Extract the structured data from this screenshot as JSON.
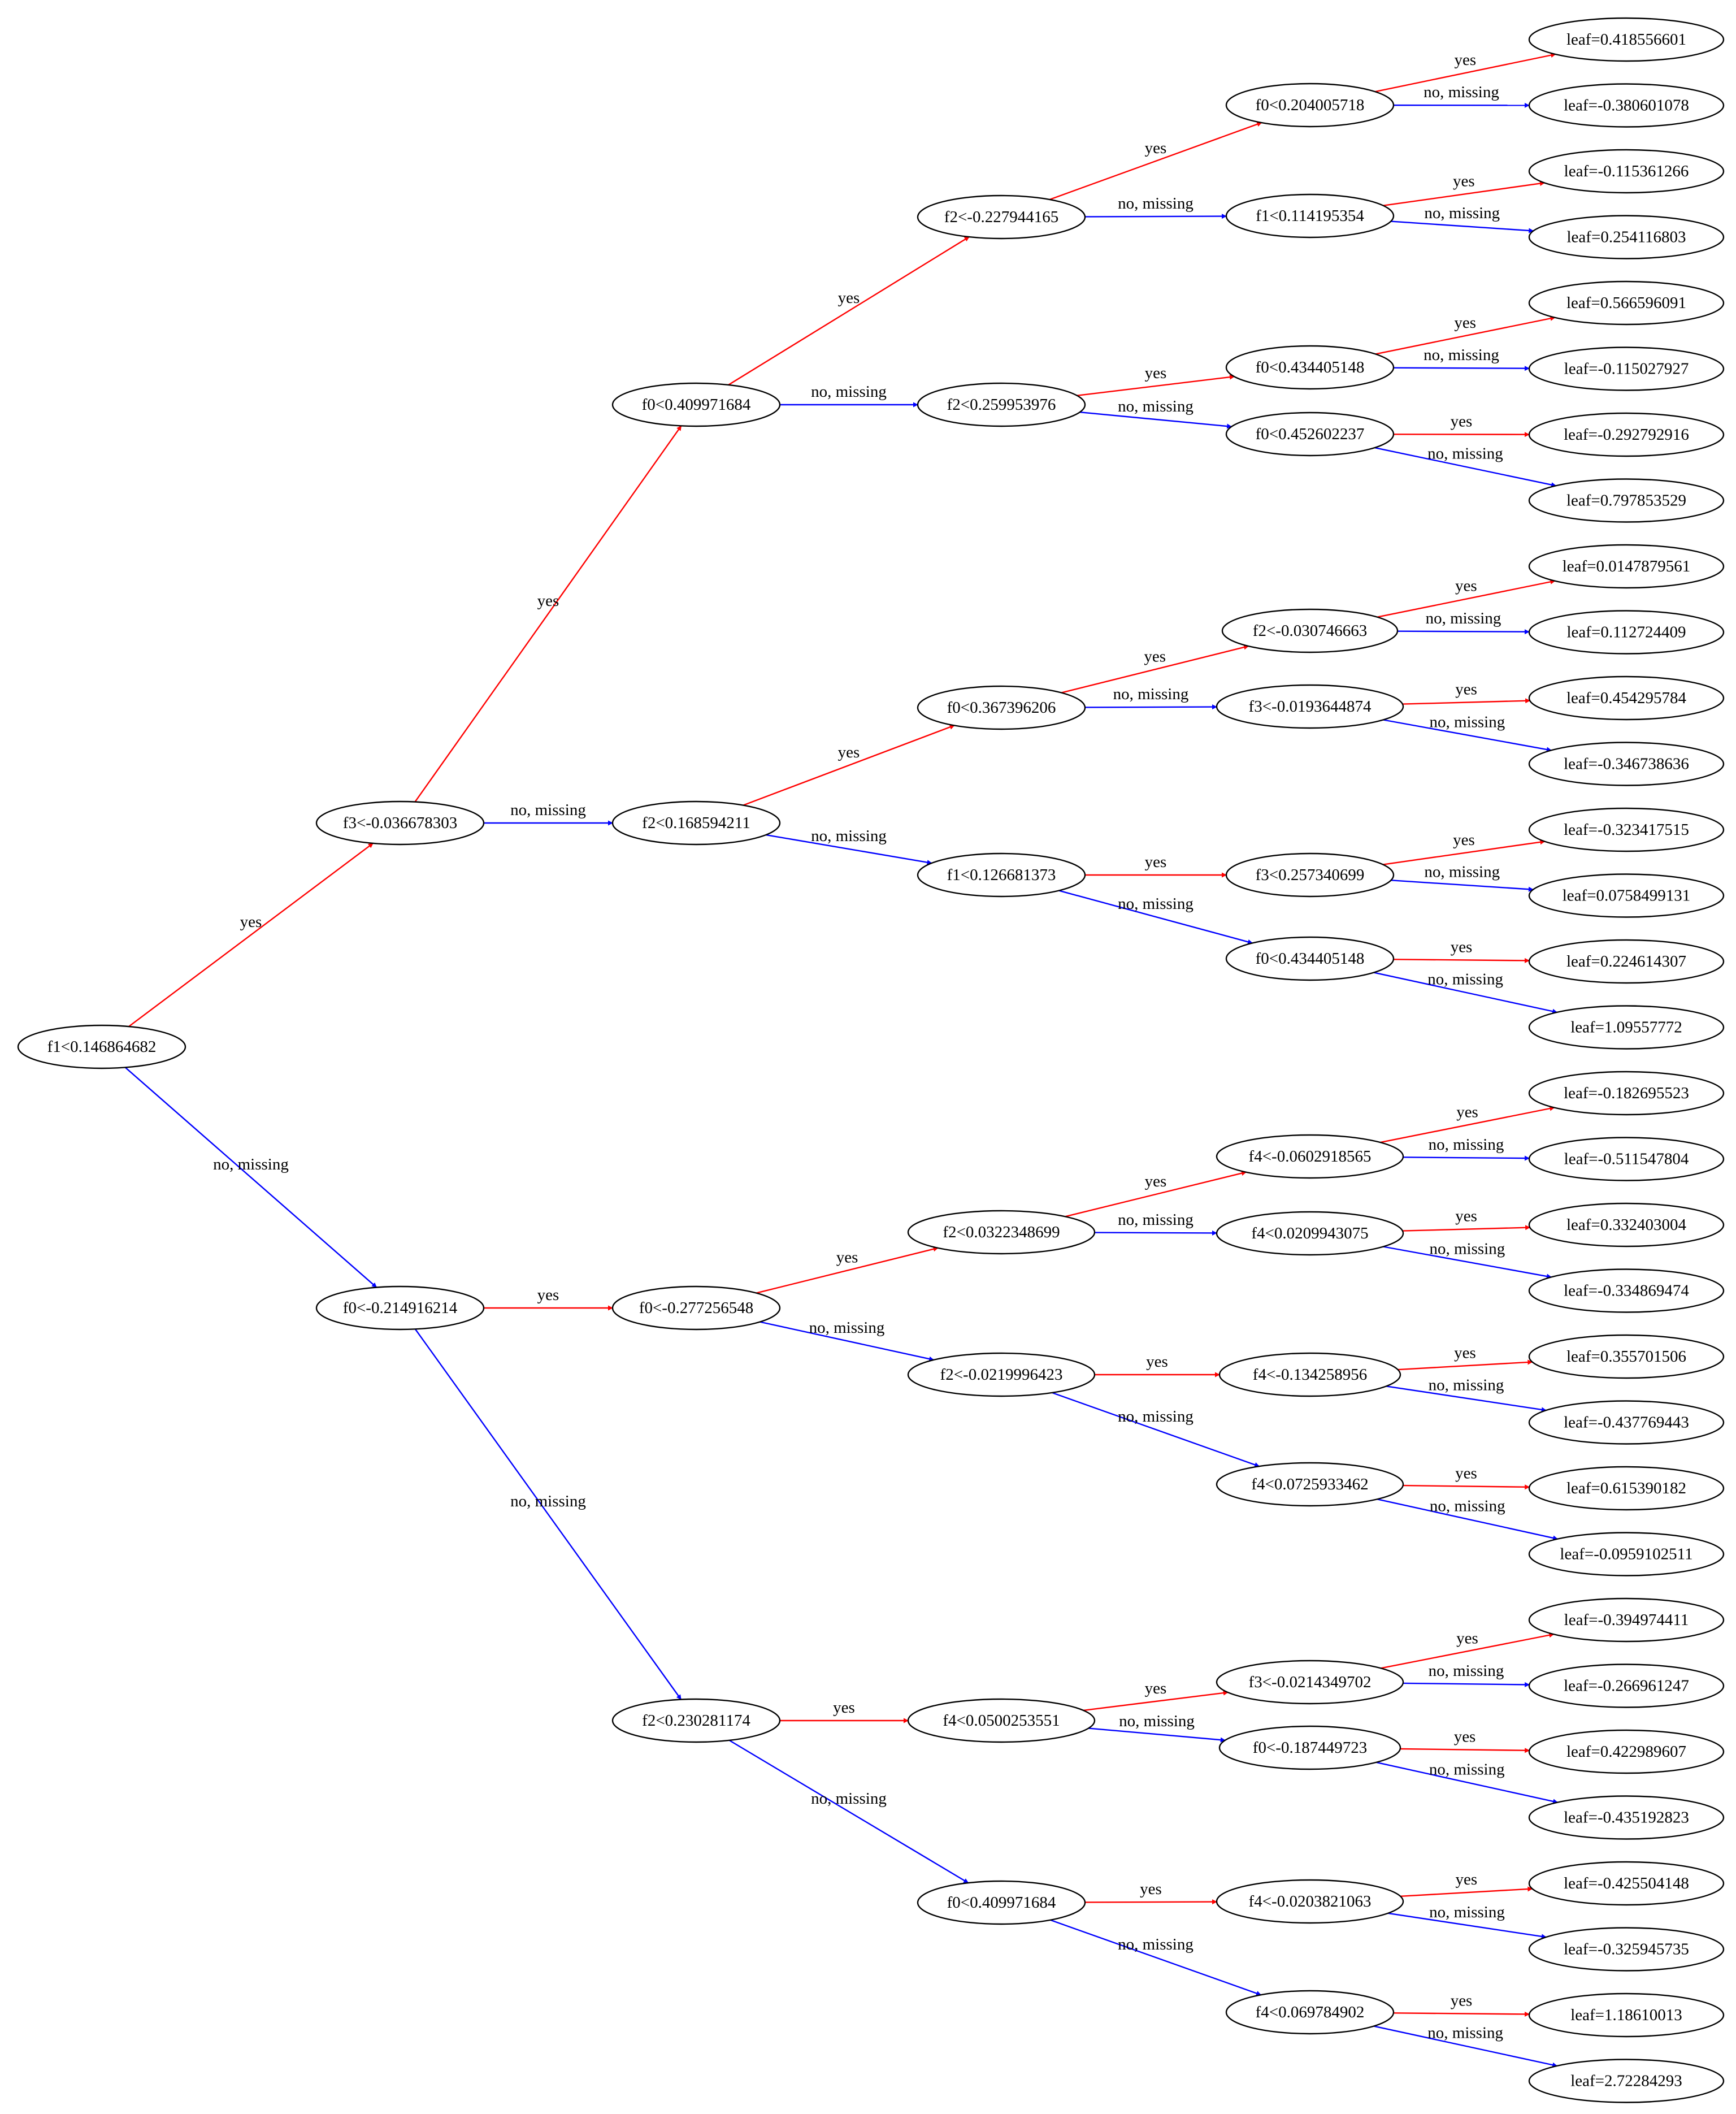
{
  "colors": {
    "yes": "#ff0000",
    "no": "#0000ff"
  },
  "edge_labels": {
    "yes": "yes",
    "no": "no, missing"
  },
  "nodes": {
    "n0": "f1<0.146864682",
    "n1": "f3<-0.036678303",
    "n2": "f0<-0.214916214",
    "n3": "f0<0.409971684",
    "n4": "f2<0.168594211",
    "n5": "f0<-0.277256548",
    "n6": "f2<0.230281174",
    "n7": "f2<-0.227944165",
    "n8": "f2<0.259953976",
    "n9": "f0<0.367396206",
    "n10": "f1<0.126681373",
    "n11": "f2<0.0322348699",
    "n12": "f2<-0.0219996423",
    "n13": "f4<0.0500253551",
    "n14": "f0<0.409971684",
    "n15": "f0<0.204005718",
    "n16": "f1<0.114195354",
    "n17": "f0<0.434405148",
    "n18": "f0<0.452602237",
    "n19": "f2<-0.030746663",
    "n20": "f3<-0.0193644874",
    "n21": "f3<0.257340699",
    "n22": "f0<0.434405148",
    "n23": "f4<-0.0602918565",
    "n24": "f4<0.0209943075",
    "n25": "f4<-0.134258956",
    "n26": "f4<0.0725933462",
    "n27": "f3<-0.0214349702",
    "n28": "f0<-0.187449723",
    "n29": "f4<-0.0203821063",
    "n30": "f4<0.069784902",
    "l0": "leaf=0.418556601",
    "l1": "leaf=-0.380601078",
    "l2": "leaf=-0.115361266",
    "l3": "leaf=0.254116803",
    "l4": "leaf=0.566596091",
    "l5": "leaf=-0.115027927",
    "l6": "leaf=-0.292792916",
    "l7": "leaf=0.797853529",
    "l8": "leaf=0.0147879561",
    "l9": "leaf=0.112724409",
    "l10": "leaf=0.454295784",
    "l11": "leaf=-0.346738636",
    "l12": "leaf=-0.323417515",
    "l13": "leaf=0.0758499131",
    "l14": "leaf=0.224614307",
    "l15": "leaf=1.09557772",
    "l16": "leaf=-0.182695523",
    "l17": "leaf=-0.511547804",
    "l18": "leaf=0.332403004",
    "l19": "leaf=-0.334869474",
    "l20": "leaf=0.355701506",
    "l21": "leaf=-0.437769443",
    "l22": "leaf=0.615390182",
    "l23": "leaf=-0.0959102511",
    "l24": "leaf=-0.394974411",
    "l25": "leaf=-0.266961247",
    "l26": "leaf=0.422989607",
    "l27": "leaf=-0.435192823",
    "l28": "leaf=-0.425504148",
    "l29": "leaf=-0.325945735",
    "l30": "leaf=1.18610013",
    "l31": "leaf=2.72284293"
  },
  "edges": [
    {
      "from": "n0",
      "to": "n1",
      "type": "yes"
    },
    {
      "from": "n0",
      "to": "n2",
      "type": "no"
    },
    {
      "from": "n1",
      "to": "n3",
      "type": "yes"
    },
    {
      "from": "n1",
      "to": "n4",
      "type": "no"
    },
    {
      "from": "n2",
      "to": "n5",
      "type": "yes"
    },
    {
      "from": "n2",
      "to": "n6",
      "type": "no"
    },
    {
      "from": "n3",
      "to": "n7",
      "type": "yes"
    },
    {
      "from": "n3",
      "to": "n8",
      "type": "no"
    },
    {
      "from": "n4",
      "to": "n9",
      "type": "yes"
    },
    {
      "from": "n4",
      "to": "n10",
      "type": "no"
    },
    {
      "from": "n5",
      "to": "n11",
      "type": "yes"
    },
    {
      "from": "n5",
      "to": "n12",
      "type": "no"
    },
    {
      "from": "n6",
      "to": "n13",
      "type": "yes"
    },
    {
      "from": "n6",
      "to": "n14",
      "type": "no"
    },
    {
      "from": "n7",
      "to": "n15",
      "type": "yes"
    },
    {
      "from": "n7",
      "to": "n16",
      "type": "no"
    },
    {
      "from": "n8",
      "to": "n17",
      "type": "yes"
    },
    {
      "from": "n8",
      "to": "n18",
      "type": "no"
    },
    {
      "from": "n9",
      "to": "n19",
      "type": "yes"
    },
    {
      "from": "n9",
      "to": "n20",
      "type": "no"
    },
    {
      "from": "n10",
      "to": "n21",
      "type": "yes"
    },
    {
      "from": "n10",
      "to": "n22",
      "type": "no"
    },
    {
      "from": "n11",
      "to": "n23",
      "type": "yes"
    },
    {
      "from": "n11",
      "to": "n24",
      "type": "no"
    },
    {
      "from": "n12",
      "to": "n25",
      "type": "yes"
    },
    {
      "from": "n12",
      "to": "n26",
      "type": "no"
    },
    {
      "from": "n13",
      "to": "n27",
      "type": "yes"
    },
    {
      "from": "n13",
      "to": "n28",
      "type": "no"
    },
    {
      "from": "n14",
      "to": "n29",
      "type": "yes"
    },
    {
      "from": "n14",
      "to": "n30",
      "type": "no"
    },
    {
      "from": "n15",
      "to": "l0",
      "type": "yes"
    },
    {
      "from": "n15",
      "to": "l1",
      "type": "no"
    },
    {
      "from": "n16",
      "to": "l2",
      "type": "yes"
    },
    {
      "from": "n16",
      "to": "l3",
      "type": "no"
    },
    {
      "from": "n17",
      "to": "l4",
      "type": "yes"
    },
    {
      "from": "n17",
      "to": "l5",
      "type": "no"
    },
    {
      "from": "n18",
      "to": "l6",
      "type": "yes"
    },
    {
      "from": "n18",
      "to": "l7",
      "type": "no"
    },
    {
      "from": "n19",
      "to": "l8",
      "type": "yes"
    },
    {
      "from": "n19",
      "to": "l9",
      "type": "no"
    },
    {
      "from": "n20",
      "to": "l10",
      "type": "yes"
    },
    {
      "from": "n20",
      "to": "l11",
      "type": "no"
    },
    {
      "from": "n21",
      "to": "l12",
      "type": "yes"
    },
    {
      "from": "n21",
      "to": "l13",
      "type": "no"
    },
    {
      "from": "n22",
      "to": "l14",
      "type": "yes"
    },
    {
      "from": "n22",
      "to": "l15",
      "type": "no"
    },
    {
      "from": "n23",
      "to": "l16",
      "type": "yes"
    },
    {
      "from": "n23",
      "to": "l17",
      "type": "no"
    },
    {
      "from": "n24",
      "to": "l18",
      "type": "yes"
    },
    {
      "from": "n24",
      "to": "l19",
      "type": "no"
    },
    {
      "from": "n25",
      "to": "l20",
      "type": "yes"
    },
    {
      "from": "n25",
      "to": "l21",
      "type": "no"
    },
    {
      "from": "n26",
      "to": "l22",
      "type": "yes"
    },
    {
      "from": "n26",
      "to": "l23",
      "type": "no"
    },
    {
      "from": "n27",
      "to": "l24",
      "type": "yes"
    },
    {
      "from": "n27",
      "to": "l25",
      "type": "no"
    },
    {
      "from": "n28",
      "to": "l26",
      "type": "yes"
    },
    {
      "from": "n28",
      "to": "l27",
      "type": "no"
    },
    {
      "from": "n29",
      "to": "l28",
      "type": "yes"
    },
    {
      "from": "n29",
      "to": "l29",
      "type": "no"
    },
    {
      "from": "n30",
      "to": "l30",
      "type": "yes"
    },
    {
      "from": "n30",
      "to": "l31",
      "type": "no"
    }
  ]
}
